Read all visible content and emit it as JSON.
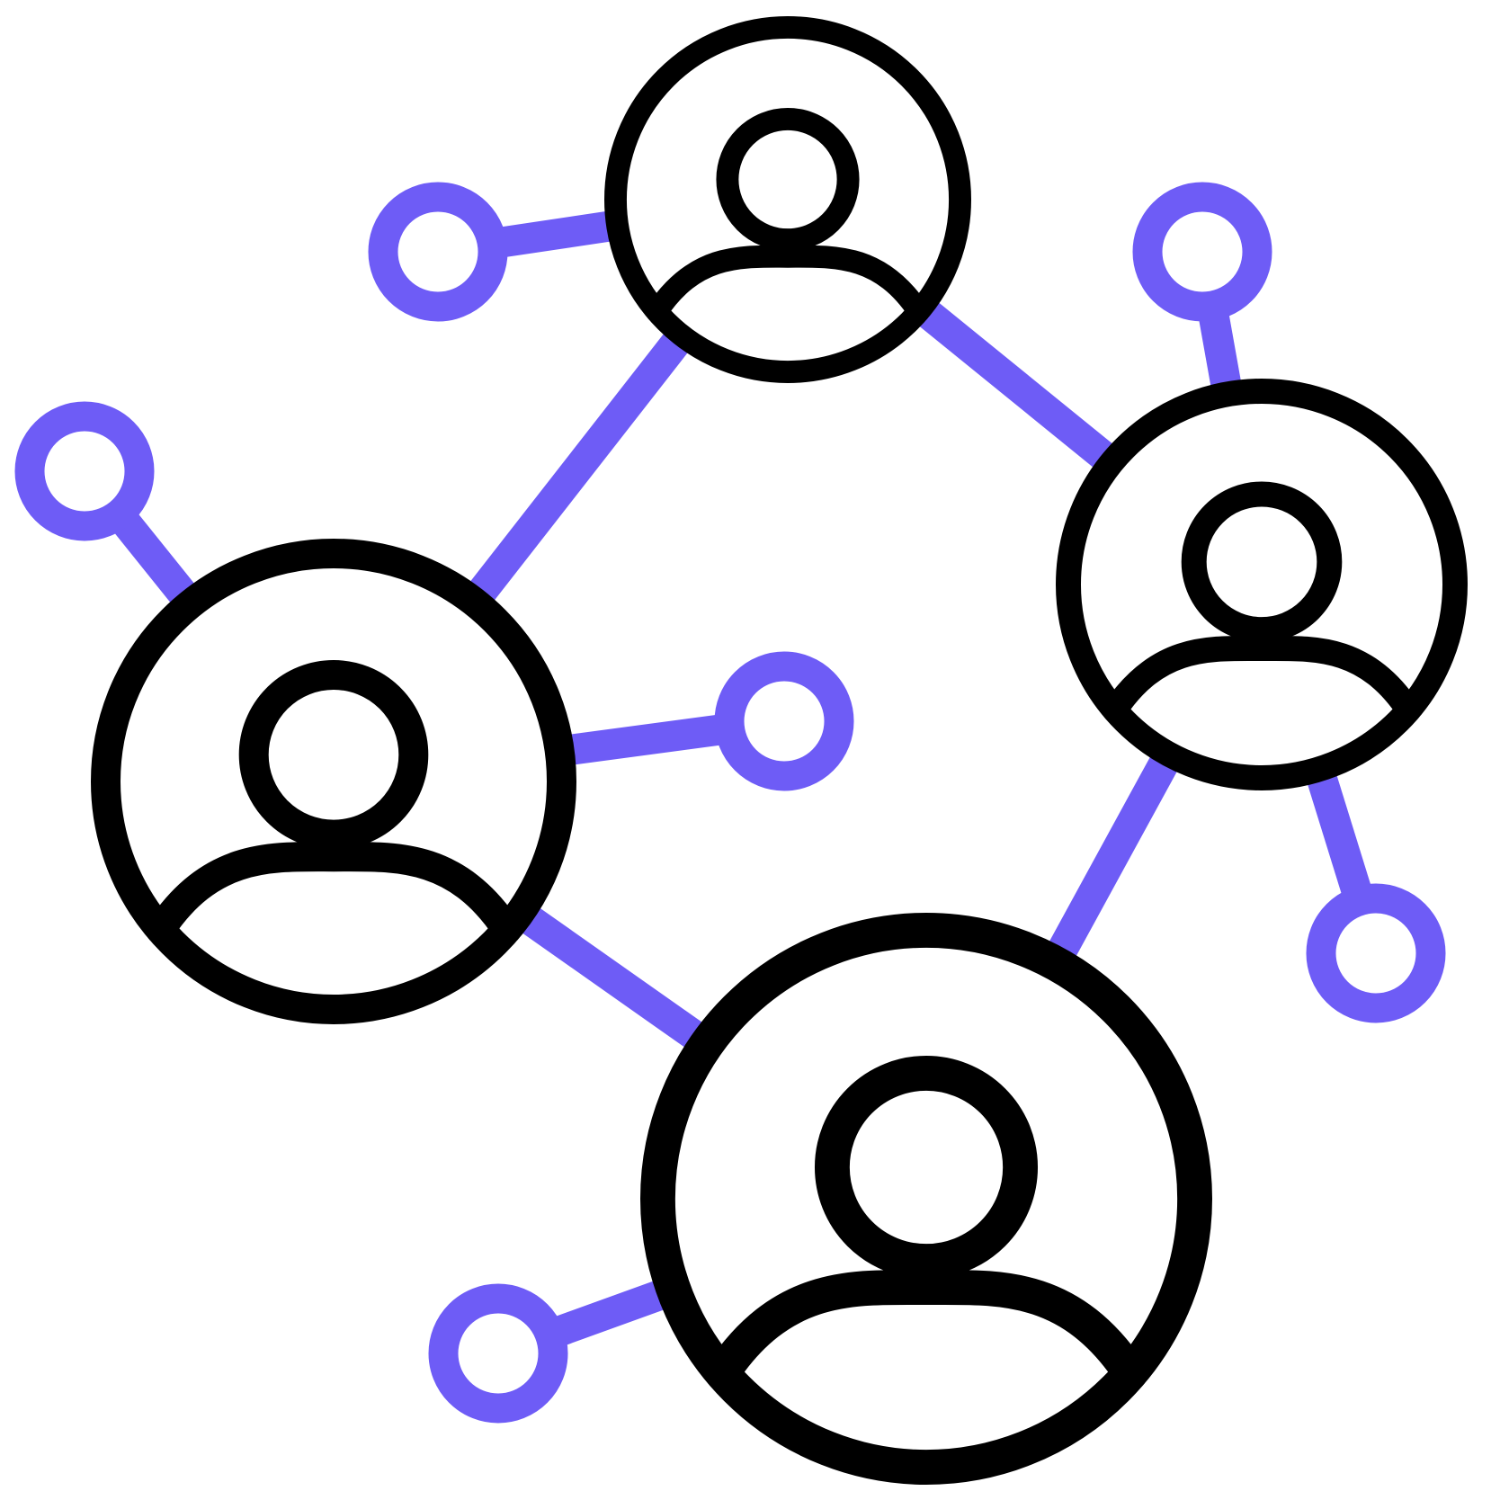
{
  "colors": {
    "background": "#ffffff",
    "person": "#000000",
    "node": "#6e5cf6"
  },
  "icon": "people-network-icon",
  "people": [
    {
      "id": "person-top",
      "icon": "user-icon"
    },
    {
      "id": "person-left",
      "icon": "user-icon"
    },
    {
      "id": "person-right",
      "icon": "user-icon"
    },
    {
      "id": "person-bottom",
      "icon": "user-icon"
    }
  ],
  "nodes": [
    {
      "id": "node-top-left",
      "icon": "node-circle-icon"
    },
    {
      "id": "node-far-left",
      "icon": "node-circle-icon"
    },
    {
      "id": "node-center",
      "icon": "node-circle-icon"
    },
    {
      "id": "node-top-right",
      "icon": "node-circle-icon"
    },
    {
      "id": "node-right",
      "icon": "node-circle-icon"
    },
    {
      "id": "node-bottom-left",
      "icon": "node-circle-icon"
    }
  ],
  "links": [
    {
      "from": "person-top",
      "to": "node-top-left"
    },
    {
      "from": "person-top",
      "to": "person-left"
    },
    {
      "from": "person-top",
      "to": "person-right"
    },
    {
      "from": "person-left",
      "to": "node-far-left"
    },
    {
      "from": "person-left",
      "to": "node-center"
    },
    {
      "from": "person-left",
      "to": "person-bottom"
    },
    {
      "from": "person-right",
      "to": "node-top-right"
    },
    {
      "from": "person-right",
      "to": "node-right"
    },
    {
      "from": "person-right",
      "to": "person-bottom"
    },
    {
      "from": "person-bottom",
      "to": "node-bottom-left"
    }
  ]
}
